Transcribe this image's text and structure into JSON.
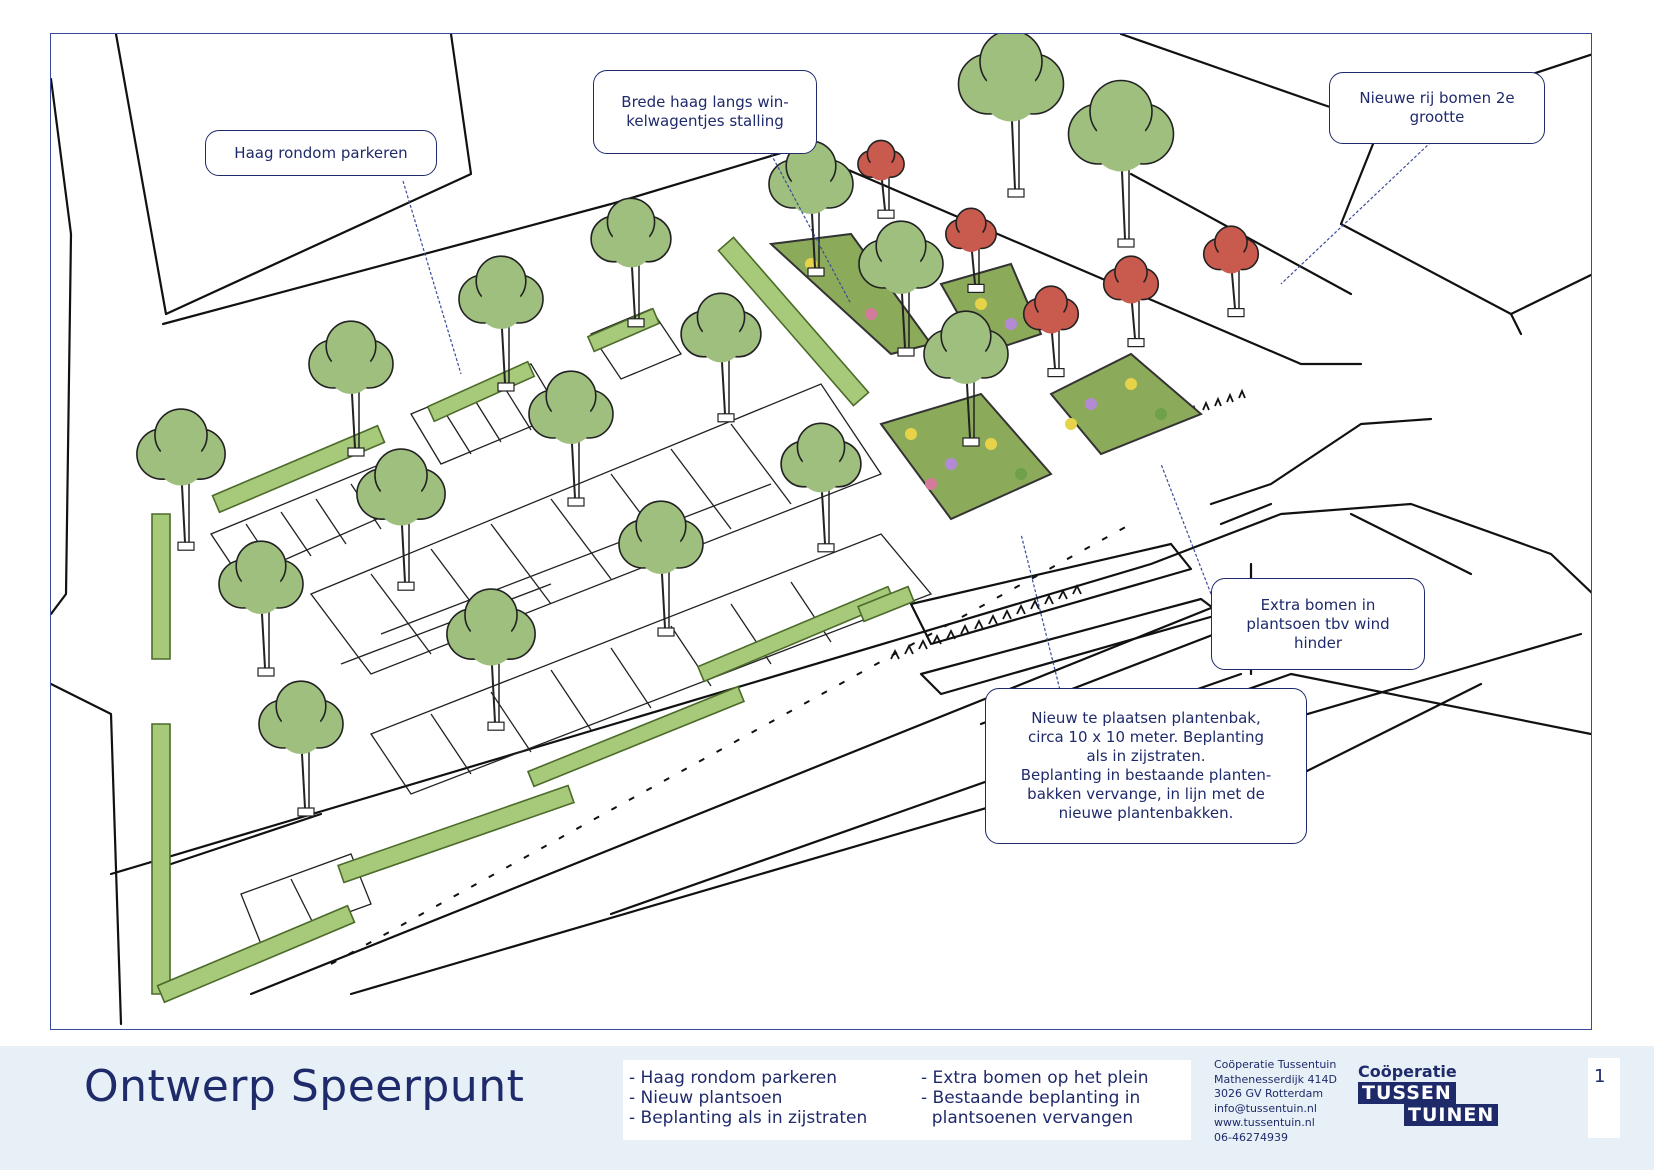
{
  "callouts": {
    "haag_rondom": "Haag rondom parkeren",
    "brede_haag": "Brede haag langs win-\nkelwagentjes stalling",
    "nieuwe_rij": "Nieuwe rij bomen 2e\ngrootte",
    "extra_bomen": "Extra bomen in\nplantsoen tbv wind\nhinder",
    "plantenbak": "Nieuw te plaatsen plantenbak,\ncirca 10 x 10 meter. Beplanting\nals in zijstraten.\nBeplanting in bestaande planten-\nbakken  vervange, in lijn met de\nnieuwe plantenbakken."
  },
  "footer": {
    "title": "Ontwerp Speerpunt",
    "summary_left": [
      "- Haag rondom parkeren",
      "- Nieuw plantsoen",
      "- Beplanting als in zijstraten"
    ],
    "summary_right": [
      "- Extra bomen op het plein",
      "- Bestaande beplanting in",
      "  plantsoenen vervangen"
    ],
    "contact": [
      "Coöperatie Tussentuin",
      "Mathenesserdijk 414D",
      "3026 GV Rotterdam",
      "info@tussentuin.nl",
      "www.tussentuin.nl",
      "06-46274939"
    ],
    "logo": {
      "line1": "Coöperatie",
      "line2": "TUSSEN",
      "line3": "TUINEN"
    },
    "page_number": "1"
  },
  "colors": {
    "ink": "#1f2a6b",
    "hedge": "#a6c97a",
    "tree_green": "#9fbf7f",
    "tree_red": "#c95a4e",
    "footer_bg": "#e6f0f6"
  }
}
